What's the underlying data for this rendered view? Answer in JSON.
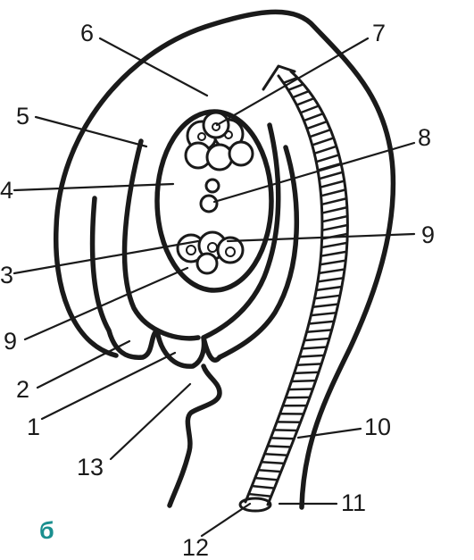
{
  "labels": [
    {
      "id": "6",
      "text": "6"
    },
    {
      "id": "7",
      "text": "7"
    },
    {
      "id": "5",
      "text": "5"
    },
    {
      "id": "8",
      "text": "8"
    },
    {
      "id": "4",
      "text": "4"
    },
    {
      "id": "9a",
      "text": "9"
    },
    {
      "id": "3",
      "text": "3"
    },
    {
      "id": "9b",
      "text": "9"
    },
    {
      "id": "2",
      "text": "2"
    },
    {
      "id": "1",
      "text": "1"
    },
    {
      "id": "10",
      "text": "10"
    },
    {
      "id": "13",
      "text": "13"
    },
    {
      "id": "11",
      "text": "11"
    },
    {
      "id": "12",
      "text": "12"
    }
  ],
  "panel_letter": "б",
  "colors": {
    "ink": "#1a1a1a",
    "panel_letter": "#1a8f8f",
    "background": "#ffffff"
  }
}
